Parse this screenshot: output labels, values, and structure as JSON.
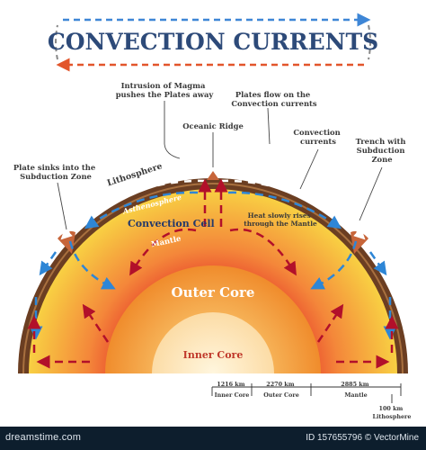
{
  "title": "CONVECTION CURRENTS",
  "labels": {
    "intrusion": [
      "Intrusion of Magma",
      "pushes the Plates away"
    ],
    "plates_flow": [
      "Plates flow on the",
      "Convection currents"
    ],
    "oceanic_ridge": "Oceanic Ridge",
    "convection_currents": [
      "Convection",
      "currents"
    ],
    "trench": [
      "Trench with",
      "Subduction",
      "Zone"
    ],
    "plate_sinks": [
      "Plate sinks into the",
      "Subduction Zone"
    ],
    "lithosphere": "Lithosphere",
    "asthenosphere": "Asthenosphere",
    "convection_cell": "Convection Cell",
    "mantle": "Mantle",
    "heat_rises": [
      "Heat slowly rises",
      "through the Mantle"
    ],
    "outer_core": "Outer Core",
    "inner_core": "Inner Core"
  },
  "scale": {
    "depths": [
      {
        "km": "1216 km",
        "layer": "Inner Core"
      },
      {
        "km": "2270 km",
        "layer": "Outer Core"
      },
      {
        "km": "2885 km",
        "layer": "Mantle"
      }
    ],
    "lithosphere": {
      "km": "100 km",
      "layer": "Lithosphere"
    }
  },
  "footer": {
    "brand": "dreamstime.com",
    "id_text": "ID 157655796 © VectorMine"
  },
  "colors": {
    "title_blue": "#2d4a79",
    "arrow_blue": "#2e86d6",
    "arrow_red": "#b2102a",
    "crust_brown": "#6b3e22",
    "mantle_yellow": "#f7c93e",
    "outer_core_orange": "#f19c34",
    "inner_core_cream": "#fde7b9"
  }
}
